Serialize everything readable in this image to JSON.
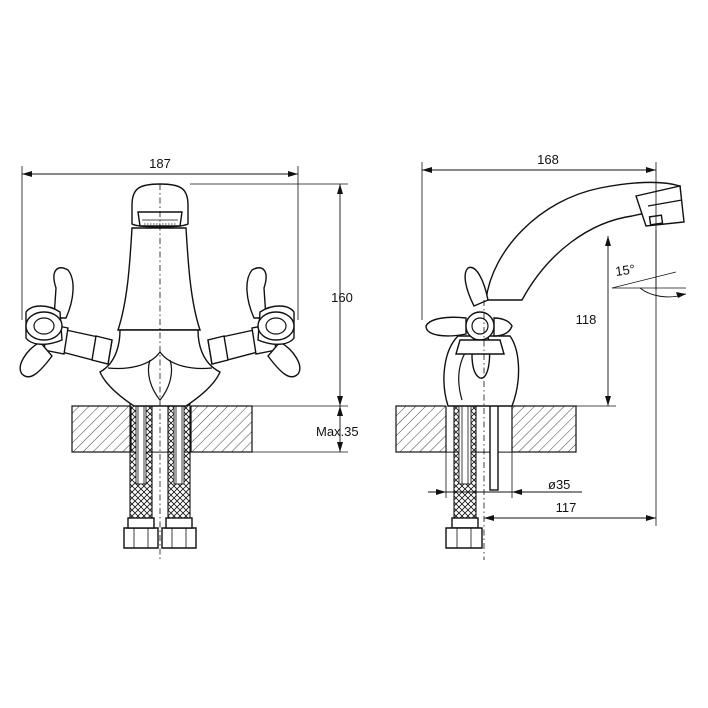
{
  "dimensions": {
    "front_width": "187",
    "front_height": "160",
    "countertop_max": "Max.35",
    "side_width": "168",
    "spout_height": "118",
    "spout_angle": "15°",
    "hole_diameter": "ø35",
    "spout_reach": "117"
  },
  "colors": {
    "line": "#111111",
    "background": "#ffffff"
  }
}
